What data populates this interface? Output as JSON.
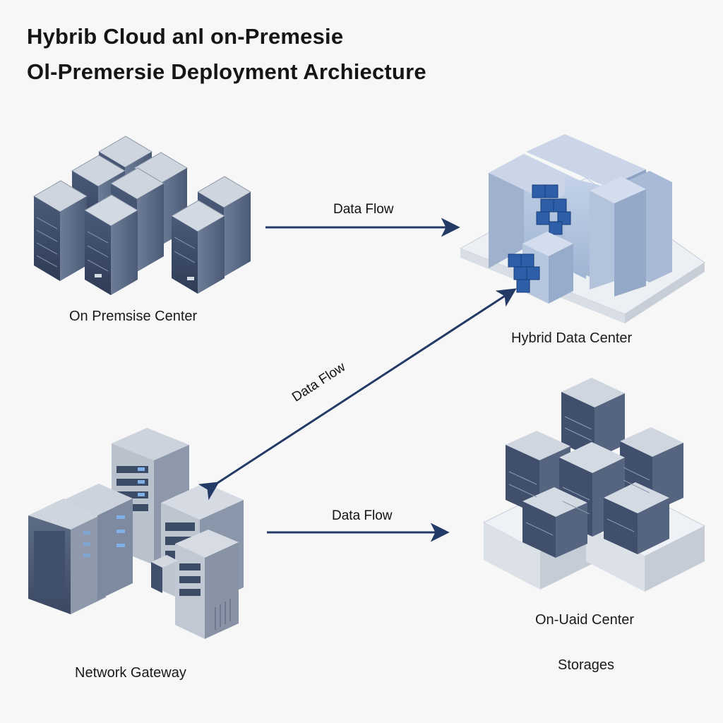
{
  "title": {
    "line1": "Hybrib  Cloud anl on-Premesie",
    "line2": "Ol-Premersie Deployment  Archiecture"
  },
  "nodes": {
    "on_premise": {
      "label": "On Premsise Center"
    },
    "hybrid": {
      "label": "Hybrid Data Center"
    },
    "gateway": {
      "label": "Network Gateway"
    },
    "storage": {
      "label": "On-Uaid Center",
      "sublabel": "Storages"
    }
  },
  "flows": {
    "top": "Data Flow",
    "diagonal": "Data Flow",
    "bottom": "Data Flow"
  },
  "colors": {
    "arrow": "#233a66",
    "server_top": "#c9d1dc",
    "server_side": "#3f4f6c",
    "hybrid_light": "#b9c9e1",
    "hybrid_dark": "#1f4f9a"
  }
}
